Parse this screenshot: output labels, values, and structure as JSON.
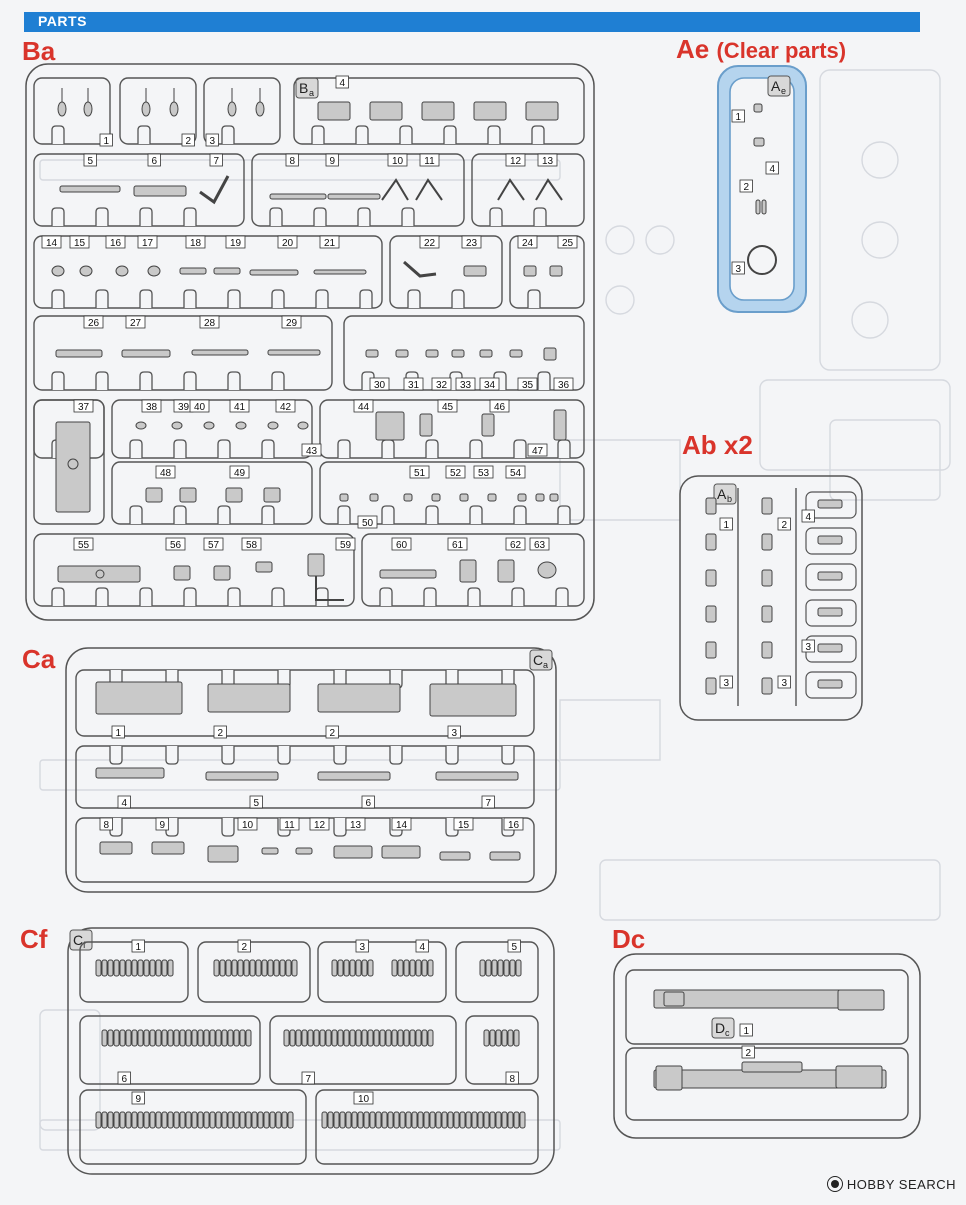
{
  "header": {
    "title": "PARTS"
  },
  "watermark": {
    "text": "HOBBY SEARCH",
    "icon": "hobby-search-logo-icon"
  },
  "colors": {
    "header": "#1f7fd3",
    "title": "#d9342b",
    "runner": "#555555",
    "part": "#c9c9c9",
    "clear_runner_fill": "#b5d4ee",
    "clear_runner_stroke": "#6a9ecb"
  },
  "sprues": {
    "ba": {
      "title": "Ba",
      "subtitle": "",
      "tag_main": "B",
      "tag_sub": "a",
      "parts": [
        "1",
        "2",
        "3",
        "4",
        "5",
        "6",
        "7",
        "8",
        "9",
        "10",
        "11",
        "12",
        "13",
        "14",
        "15",
        "16",
        "17",
        "18",
        "19",
        "20",
        "21",
        "22",
        "23",
        "24",
        "25",
        "26",
        "27",
        "28",
        "29",
        "30",
        "31",
        "32",
        "33",
        "34",
        "35",
        "36",
        "37",
        "38",
        "39",
        "40",
        "41",
        "42",
        "43",
        "44",
        "45",
        "46",
        "47",
        "48",
        "49",
        "50",
        "51",
        "52",
        "53",
        "54",
        "55",
        "56",
        "57",
        "58",
        "59",
        "60",
        "61",
        "62",
        "63"
      ]
    },
    "ae": {
      "title": "Ae",
      "subtitle": "(Clear parts)",
      "tag_main": "A",
      "tag_sub": "e",
      "parts": [
        "1",
        "2",
        "3",
        "4"
      ]
    },
    "ab": {
      "title": "Ab",
      "subtitle": "x2",
      "tag_main": "A",
      "tag_sub": "b",
      "parts": [
        "1",
        "2",
        "3",
        "4",
        "1",
        "2",
        "3",
        "3",
        "3"
      ]
    },
    "ca": {
      "title": "Ca",
      "subtitle": "",
      "tag_main": "C",
      "tag_sub": "a",
      "parts": [
        "1",
        "2",
        "2",
        "3",
        "4",
        "5",
        "6",
        "7",
        "8",
        "9",
        "10",
        "11",
        "12",
        "13",
        "14",
        "15",
        "16"
      ]
    },
    "cf": {
      "title": "Cf",
      "subtitle": "",
      "tag_main": "C",
      "tag_sub": "f",
      "parts": [
        "1",
        "2",
        "3",
        "4",
        "5",
        "6",
        "7",
        "8",
        "9",
        "10"
      ]
    },
    "dc": {
      "title": "Dc",
      "subtitle": "",
      "tag_main": "D",
      "tag_sub": "c",
      "parts": [
        "1",
        "2"
      ]
    }
  }
}
